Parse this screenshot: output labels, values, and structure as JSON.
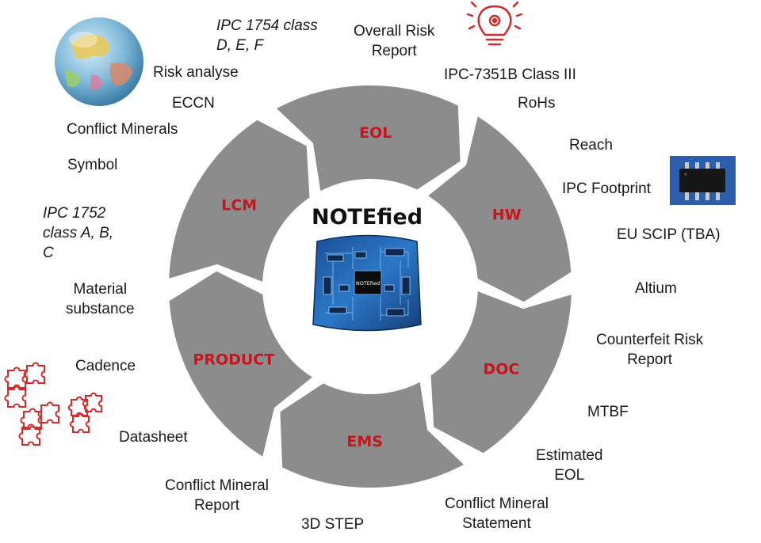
{
  "center": {
    "title": "NOTEfied",
    "chip_label": "NOTEfied"
  },
  "stages": [
    "EOL",
    "HW",
    "DOC",
    "EMS",
    "PRODUCT",
    "LCM"
  ],
  "labels": {
    "ipc1754": [
      "IPC 1754 class",
      "D, E, F"
    ],
    "overall_risk": [
      "Overall Risk",
      "Report"
    ],
    "ipc7351": "IPC-7351B Class III",
    "rohs": "RoHs",
    "reach": "Reach",
    "ipc_footprint": "IPC Footprint",
    "eu_scip": "EU SCIP (TBA)",
    "altium": "Altium",
    "counterfeit": [
      "Counterfeit Risk",
      "Report"
    ],
    "mtbf": "MTBF",
    "estimated_eol": [
      "Estimated",
      "EOL"
    ],
    "conflict_statement": [
      "Conflict Mineral",
      "Statement"
    ],
    "step": "3D STEP",
    "conflict_report": [
      "Conflict Mineral",
      "Report"
    ],
    "datasheet": "Datasheet",
    "cadence": "Cadence",
    "material": [
      "Material",
      "substance"
    ],
    "ipc1752": [
      "IPC 1752",
      "class A, B,",
      "C"
    ],
    "symbol": "Symbol",
    "conflict_minerals": "Conflict Minerals",
    "eccn": "ECCN",
    "risk_analyse": "Risk analyse"
  },
  "colors": {
    "arrow": "#8c8c8c",
    "stage_text": "#c8141c",
    "icon_red": "#d42a2a",
    "board_blue": "#1f5fa8"
  },
  "icons": {
    "globe": "globe-icon",
    "bulb": "lightbulb-gear-icon",
    "chip": "ic-chip-icon",
    "puzzle": "puzzle-icon"
  }
}
